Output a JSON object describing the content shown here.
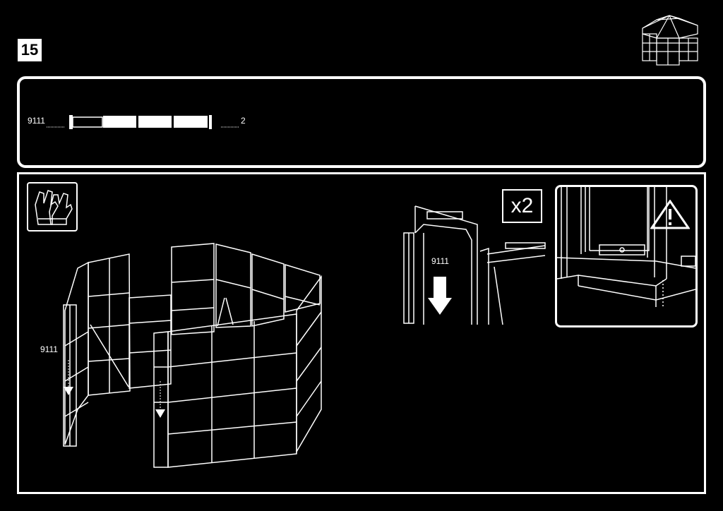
{
  "step": {
    "number": "15"
  },
  "parts": {
    "part_number": "9111",
    "quantity": "2"
  },
  "illustration": {
    "part_label": "9111"
  },
  "detail": {
    "part_label": "9111",
    "multiplier": "x2"
  },
  "icons": {
    "gloves": "gloves-icon",
    "warning": "warning-icon",
    "shed": "shed-thumbnail-icon",
    "arrow": "down-arrow-icon"
  }
}
